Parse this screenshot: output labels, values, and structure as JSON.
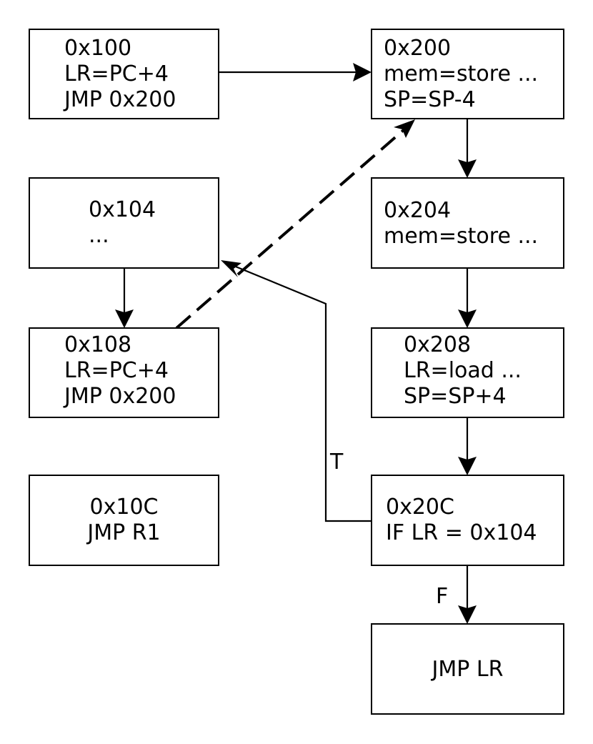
{
  "colors": {
    "stroke": "#000000",
    "background": "#ffffff"
  },
  "nodes": {
    "n100": [
      "0x100",
      "LR=PC+4",
      "JMP 0x200"
    ],
    "n104": [
      "0x104",
      "..."
    ],
    "n108": [
      "0x108",
      "LR=PC+4",
      "JMP 0x200"
    ],
    "n10c": [
      "0x10C",
      "JMP R1"
    ],
    "n200": [
      "0x200",
      "mem=store ...",
      "SP=SP-4"
    ],
    "n204": [
      "0x204",
      "mem=store ..."
    ],
    "n208": [
      "0x208",
      "LR=load ...",
      "SP=SP+4"
    ],
    "n20c": [
      "0x20C",
      "IF LR = 0x104"
    ],
    "njmplr": [
      "JMP LR"
    ]
  },
  "edge_labels": {
    "true_branch": "T",
    "false_branch": "F"
  }
}
